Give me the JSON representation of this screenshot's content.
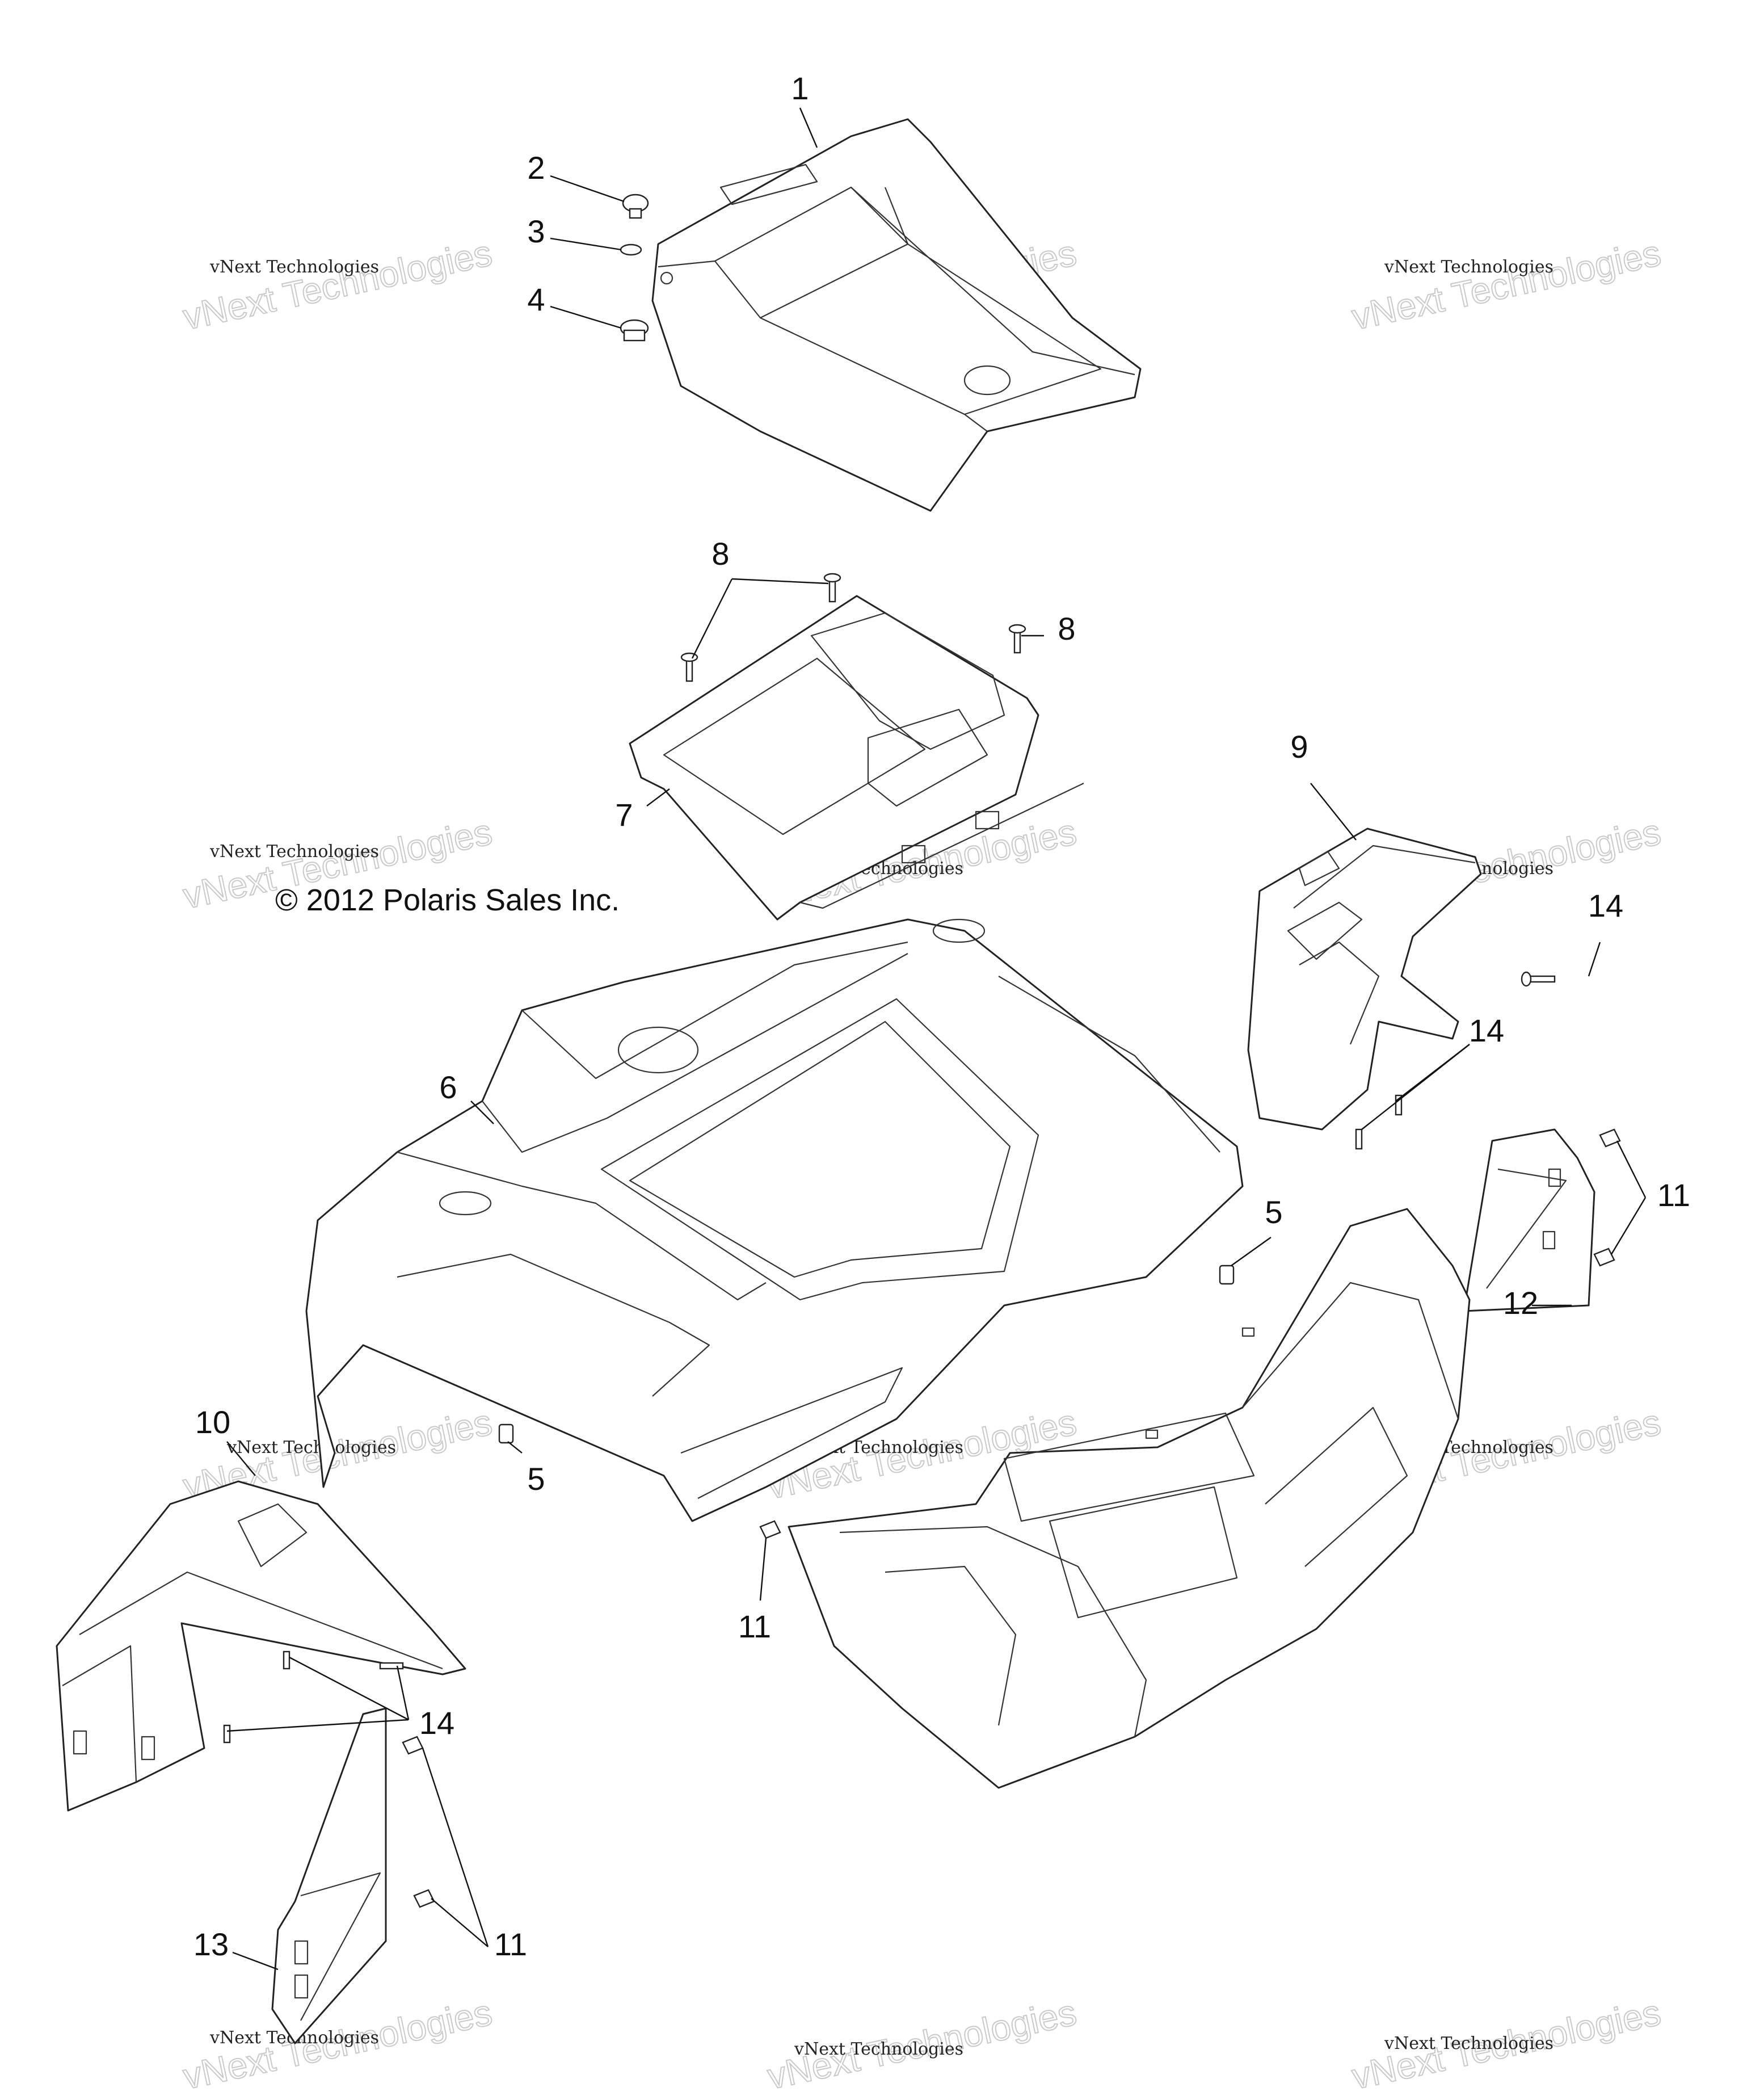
{
  "copyright": "© 2012 Polaris Sales Inc.",
  "watermark": {
    "small": "vNext Technologies",
    "big": "vNext Technologies"
  },
  "callouts": [
    "1",
    "2",
    "3",
    "4",
    "8",
    "8",
    "7",
    "9",
    "14",
    "14",
    "6",
    "5",
    "11",
    "12",
    "10",
    "5",
    "11",
    "14",
    "11",
    "13"
  ],
  "colors": {
    "line": "#222222",
    "background": "#ffffff",
    "watermark": "#c9c9c9"
  }
}
